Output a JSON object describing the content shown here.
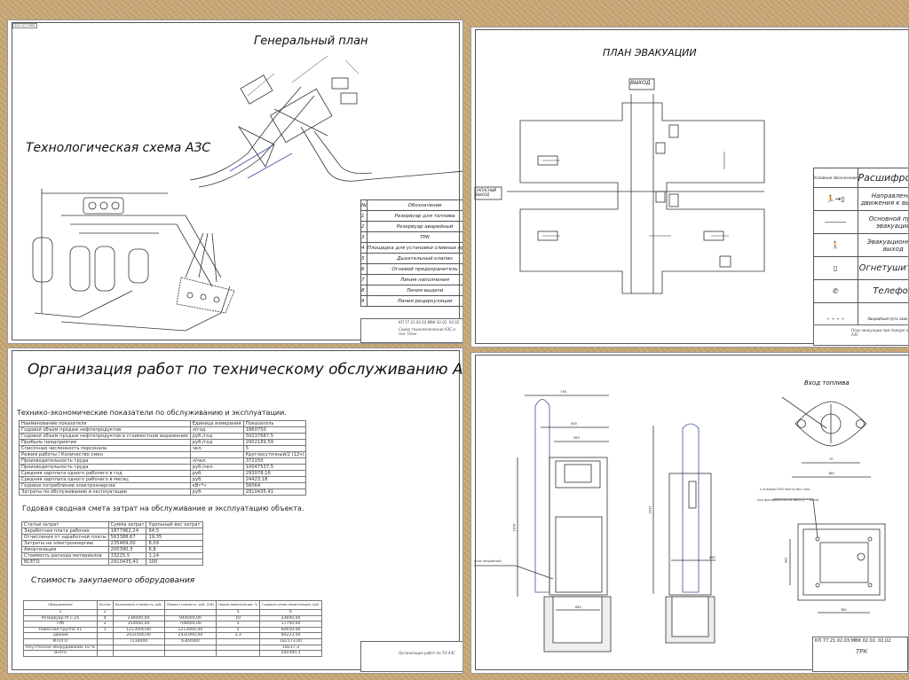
{
  "sheet_general": {
    "sheet_code": "ЗАЗ 2С3 МВ4",
    "general_plan_title": "Генеральный план",
    "tech_scheme_title": "Технологическая схема АЗС",
    "legend_header": [
      "№",
      "Обозначение"
    ],
    "legend": [
      [
        "1",
        "Резервуар для топлива"
      ],
      [
        "2",
        "Резервуар аварийный"
      ],
      [
        "3",
        "ТРК"
      ],
      [
        "4",
        "Площадка для установки сливных приборов"
      ],
      [
        "5",
        "Дыхательный клапан"
      ],
      [
        "6",
        "Огневой предохранитель"
      ],
      [
        "7",
        "Линия наполнения"
      ],
      [
        "8",
        "Линия выдачи"
      ],
      [
        "9",
        "Линия рециркуляции"
      ]
    ],
    "stamp_code": "КП 77.21.02.03.МВК 02.02. 02.02",
    "stamp_name": "Схема технологическая АЗС и ген. План"
  },
  "sheet_evacuation": {
    "title": "ПЛАН ЭВАКУАЦИИ",
    "exit_label": "ВЫХОД",
    "emergency_exit_label": "ЗАПАСНЫЙ ВЫХОД",
    "legend_header": [
      "Условные обозначения",
      "Расшифровка"
    ],
    "legend": [
      {
        "icon": "exit-direction-icon",
        "text": "Направление движения к выходу"
      },
      {
        "icon": "main-path-line-icon",
        "text": "Основной путь эвакуации"
      },
      {
        "icon": "evacuation-exit-icon",
        "text": "Эвакуационный выход"
      },
      {
        "icon": "fire-extinguisher-icon",
        "text": "Огнетушитель"
      },
      {
        "icon": "phone-icon",
        "text": "Телефон"
      },
      {
        "icon": "dashed-path-icon",
        "text": "Аварийный путь эвакуации"
      }
    ],
    "stamp_name": "План эвакуации при пожаре на АЗС"
  },
  "sheet_organization": {
    "title": "Организация работ по техническому обслуживанию АЗС",
    "section1_title": "Технико-экономические показатели по обслуживанию и эксплуатации.",
    "table1_header": [
      "Наименование показателя",
      "Единица измерения",
      "Показатель"
    ],
    "table1": [
      [
        "Годовой объем продаж нефтепродуктов",
        "л/год",
        "1860750"
      ],
      [
        "Годовой объем продаж нефтепродуктов в стоимостном выражении",
        "руб./год",
        "50237687,5"
      ],
      [
        "Прибыль предприятия",
        "руб./год",
        "2902189,59"
      ],
      [
        "Списочная численность персонала",
        "чел.",
        "5"
      ],
      [
        "Режим работы / Количество смен",
        "",
        "Круглосуточный/2 (12ч)"
      ],
      [
        "Производительность труда",
        "л/чел.",
        "372150"
      ],
      [
        "Производительность труда",
        "руб./чел.",
        "10047537,5"
      ],
      [
        "Средняя зарплата одного рабочего в год",
        "руб.",
        "293078,16"
      ],
      [
        "Средняя зарплата одного рабочего в месяц",
        "руб.",
        "24423,18"
      ],
      [
        "Годовое потребление электроэнергии",
        "кВт*ч",
        "56064"
      ],
      [
        "Затраты по обслуживанию и эксплуатации",
        "руб.",
        "2910435,41"
      ]
    ],
    "section2_title": "Годовая сводная смета затрат на обслуживание и эксплуатацию объекта.",
    "table2_header": [
      "Статьи затрат",
      "Сумма затрат",
      "Удельный вес затрат"
    ],
    "table2": [
      [
        "Заработная плата рабочих",
        "1877962,24",
        "64,5"
      ],
      [
        "Отчисления от заработной платы",
        "563388,67",
        "19,35"
      ],
      [
        "Затраты на электроэнергию",
        "235469,00",
        "8,09"
      ],
      [
        "Амортизация",
        "200390,3",
        "6,8"
      ],
      [
        "Стоимость расхода материалов",
        "33225,5",
        "1,14"
      ],
      [
        "ВСЕГО",
        "2910435,41",
        "100"
      ]
    ],
    "section3_title": "Стоимость закупаемого оборудования",
    "table3_header": [
      "Оборудование",
      "Кол-во",
      "Балансовая стоимость, руб.",
      "Общая стоимость, руб. (ОФ)",
      "Норма амортизации, %",
      "Годовая сумма амортизации, руб."
    ],
    "table3": [
      [
        "1",
        "2",
        "",
        "",
        "5",
        "6"
      ],
      [
        "Резервуар РГС-25",
        "4",
        "236000,00",
        "944000,00",
        "10",
        "23600,00"
      ],
      [
        "ТРК",
        "2",
        "354000,00",
        "708000,00",
        "5",
        "17700,00"
      ],
      [
        "Навесная группа V1",
        "1",
        "1213000,00",
        "1213000,00",
        "5",
        "60650,00"
      ],
      [
        "Здание",
        "",
        "2431000,00",
        "2431000,00",
        "3,3",
        "80223,00"
      ],
      [
        "ИТОГО",
        "",
        "7234000",
        "6304000",
        "",
        "182173,00"
      ],
      [
        "Неучтенное оборудование 10 %",
        "",
        "",
        "",
        "",
        "18217,3"
      ],
      [
        "Всего",
        "",
        "",
        "",
        "",
        "200390,3"
      ]
    ],
    "stamp_name": "Организация работ по ТО АЗС"
  },
  "sheet_trk": {
    "fuel_inlet_title": "Вход топлива",
    "note_line1": "к анкерам М20 болты без гаек",
    "note_line2": "над фундаментом на высоту ~ 80 мм",
    "callout_label": "Кран аварийный",
    "dimensions": [
      "736",
      "500",
      "363",
      "1676",
      "2437",
      "640",
      "645",
      "70",
      "180",
      "342",
      "380"
    ],
    "stamp_code": "КП 77.21.02.03.МВК 02.02. 02.02",
    "stamp_name": "ТРК"
  },
  "colors": {
    "background": "#c8a878",
    "paper": "#ffffff",
    "line": "#333333",
    "drawing_blue": "#3a4fa0"
  }
}
